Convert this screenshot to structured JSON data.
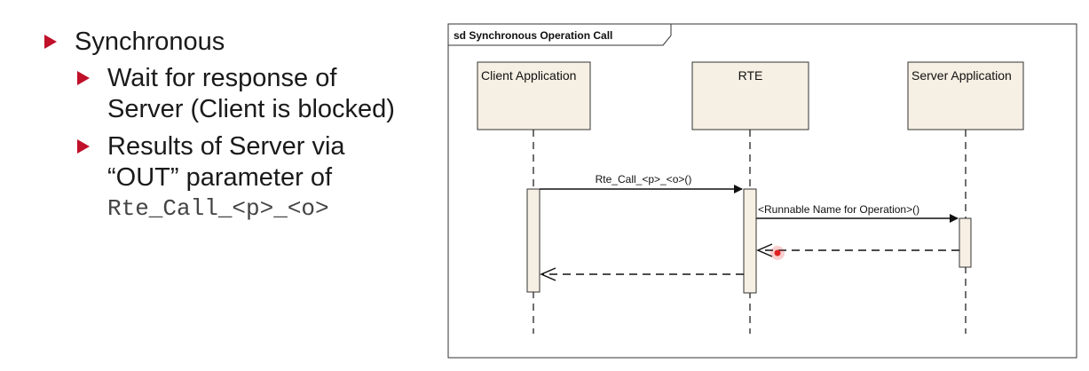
{
  "bullets": {
    "level1": "Synchronous",
    "item1": {
      "line1": "Wait for response of",
      "line2": "Server (Client is blocked)"
    },
    "item2": {
      "line1": "Results of Server via",
      "line2": "“OUT” parameter of",
      "line3": "Rte_Call_<p>_<o>"
    }
  },
  "diagram": {
    "frame_label": "sd Synchronous Operation Call",
    "lifelines": [
      "Client Application",
      "RTE",
      "Server Application"
    ],
    "messages": {
      "call": "Rte_Call_<p>_<o>()",
      "runnable": "<Runnable Name for Operation>()"
    }
  },
  "colors": {
    "bullet": "#c0102a",
    "lifeline_box": "#f6efe3",
    "cursor": "#e02020"
  }
}
